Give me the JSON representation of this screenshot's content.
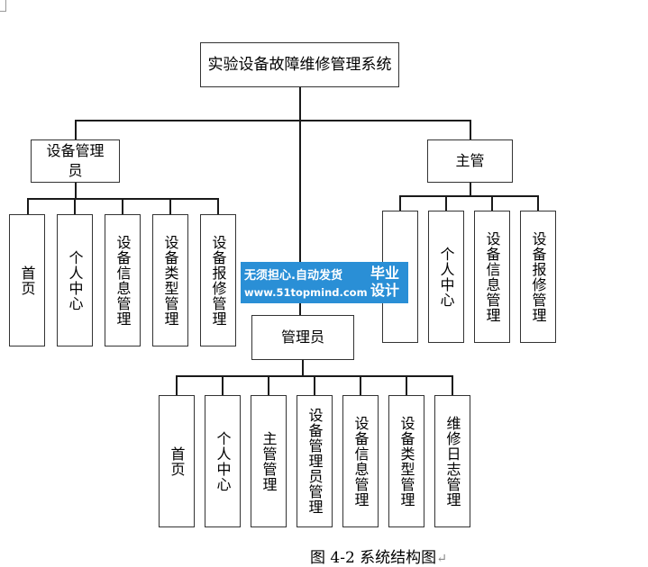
{
  "diagram": {
    "root": "实验设备故障维修管理系统",
    "roles": {
      "equip_manager": {
        "label": "设备管理员",
        "children": [
          "首页",
          "个人中心",
          "设备信息管理",
          "设备类型管理",
          "设备报修管理"
        ]
      },
      "supervisor": {
        "label": "主管",
        "children": [
          "首页",
          "个人中心",
          "设备信息管理",
          "设备报修管理"
        ]
      },
      "admin": {
        "label": "管理员",
        "children": [
          "首页",
          "个人中心",
          "主管管理",
          "设备管理员管理",
          "设备信息管理",
          "设备类型管理",
          "维修日志管理"
        ]
      }
    }
  },
  "watermark": {
    "line1": "无须担心.自动发货",
    "line2": "www.51topmind.com",
    "badge": "毕业设计"
  },
  "caption": {
    "text": "图 4-2  系统结构图",
    "mark": "↵"
  },
  "colors": {
    "line": "#1a1a1a",
    "border": "#333333",
    "watermark_bg": "#2a8fd6"
  }
}
